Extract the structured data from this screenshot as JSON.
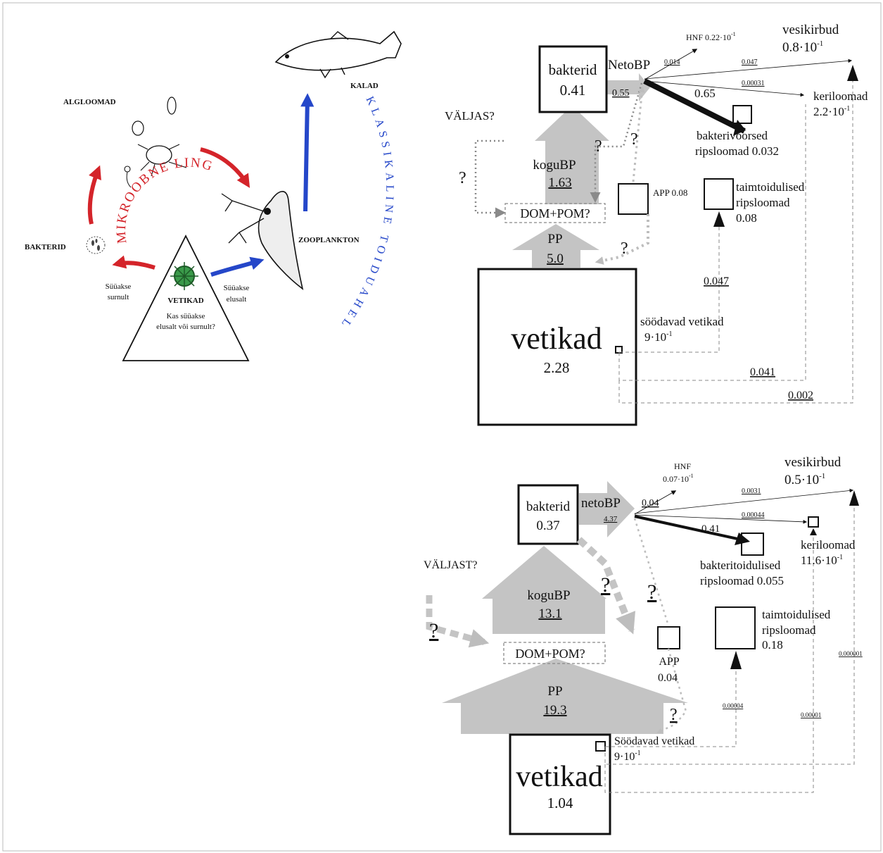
{
  "illustration": {
    "alg": "ALGLOOMAD",
    "kalad": "KALAD",
    "mikro": "MIKROOBNE LING",
    "klass": "KLASSIKALINE TOIDUAHEL",
    "bakterid": "BAKTERID",
    "zoo": "ZOOPLANKTON",
    "vetikad": "VETIKAD",
    "kas1": "Kas süüakse",
    "kas2": "elusalt või surnult?",
    "s_surnult_1": "Süüakse",
    "s_surnult_2": "surnult",
    "s_elusalt_1": "Süüakse",
    "s_elusalt_2": "elusalt",
    "colors": {
      "red": "#d4242a",
      "blue": "#2547c9"
    }
  },
  "top": {
    "bakterid": "bakterid",
    "bakterid_val": "0.41",
    "netobp": "NetoBP",
    "hnf": "HNF 0.22·10",
    "hnf_exp": "-1",
    "vesikirbud": "vesikirbud",
    "vesi_val": "0.8·10",
    "vesi_exp": "-1",
    "keriloomad": "keriloomad",
    "keri_val": "2.2·10",
    "keri_exp": "-1",
    "f014": "0.014",
    "f047": "0.047",
    "f00031": "0.00031",
    "f55": "0.55",
    "f65": "0.65",
    "baktv1": "bakterivoorsed",
    "baktv2": "ripsloomad 0.032",
    "valjas": "VÄLJAS?",
    "q": "?",
    "kogubp": "koguBP",
    "kogubp_val": "1.63",
    "dompom": "DOM+POM?",
    "app": "APP 0.08",
    "taim1": "taimtoidulised",
    "taim2": "ripsloomad",
    "taim_val": "0.08",
    "pp": "PP",
    "pp_val": "5.0",
    "vetikad": "vetikad",
    "vetikad_val": "2.28",
    "f0047b": "0.047",
    "sood": "söödavad vetikad",
    "sood_val": "9·10",
    "sood_exp": "-1",
    "f041": "0.041",
    "f002": "0.002"
  },
  "bottom": {
    "bakterid": "bakterid",
    "bakterid_val": "0.37",
    "netobp": "netoBP",
    "netobp_val": "4.37",
    "hnf": "HNF",
    "hnf_val": "0.07·10",
    "hnf_exp": "-1",
    "vesikirbud": "vesikirbud",
    "vesi_val": "0.5·10",
    "vesi_exp": "-1",
    "f04": "0.04",
    "f0031": "0.0031",
    "f00044": "0.00044",
    "f41": "0.41",
    "keriloomad": "keriloomad",
    "keri_val": "11.6·10",
    "keri_exp": "-1",
    "baktt1": "bakteritoidulised",
    "baktt2": "ripsloomad 0.055",
    "valjast": "VÄLJAST?",
    "q": "?",
    "kogubp": "koguBP",
    "kogubp_val": "13.1",
    "dompom": "DOM+POM?",
    "app": "APP",
    "app_val": "0.04",
    "taim1": "taimtoidulised",
    "taim2": "ripsloomad",
    "taim_val": "0.18",
    "f000001": "0.000001",
    "pp": "PP",
    "pp_val": "19.3",
    "f00004": "0.00004",
    "f00001": "0.00001",
    "sood": "Söödavad vetikad",
    "sood_val": "9·10",
    "sood_exp": "-1",
    "vetikad": "vetikad",
    "vetikad_val": "1.04"
  }
}
